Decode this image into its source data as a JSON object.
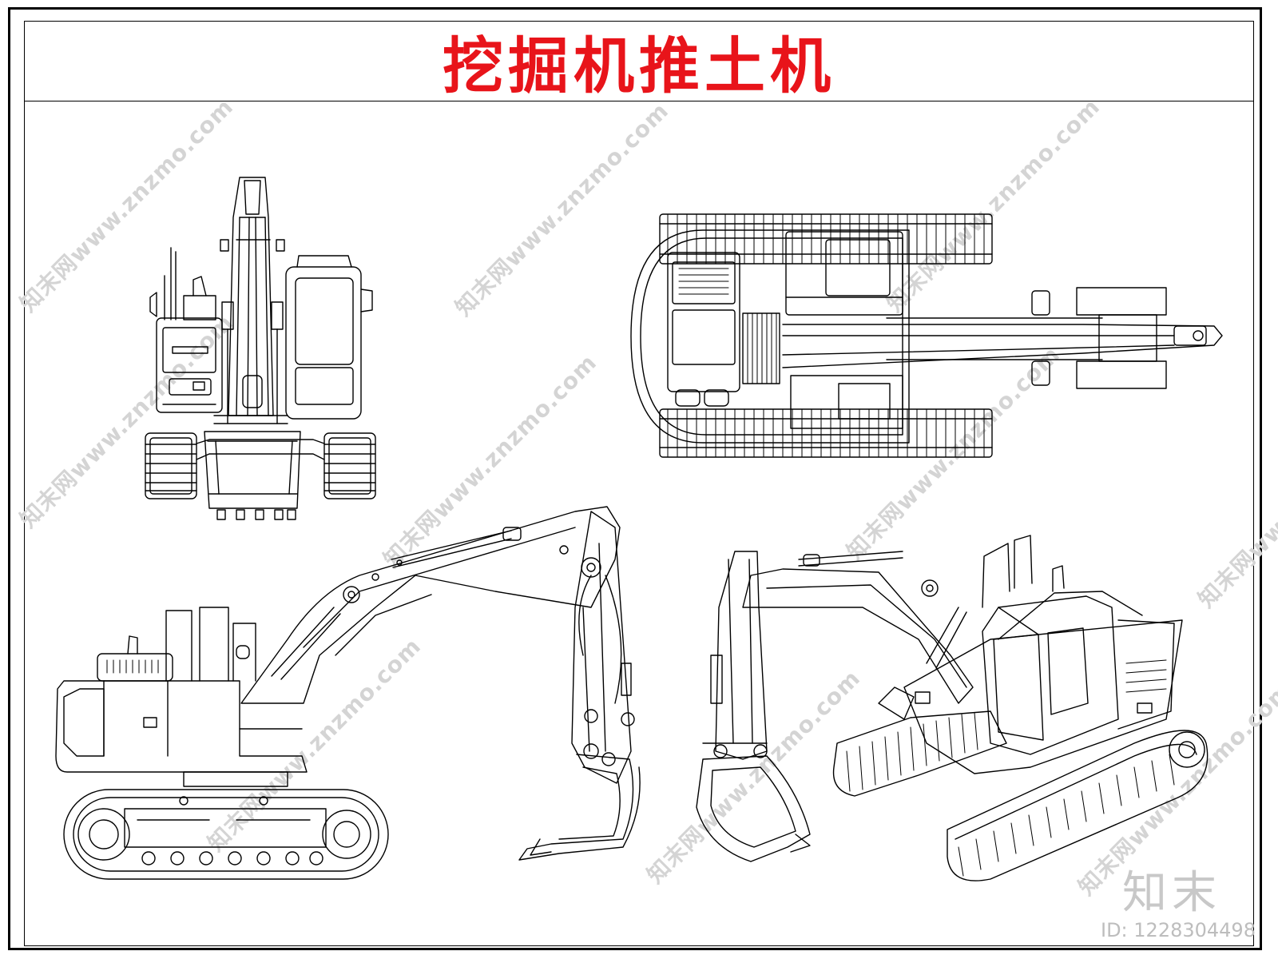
{
  "sheet": {
    "title": "挖掘机推土机",
    "title_color": "#e8141a",
    "line_color": "#000000"
  },
  "watermarks": {
    "site_text": "知末网www.znzmo.com",
    "color": "#d4d4d4"
  },
  "branding": {
    "logo_text": "知末",
    "id_text": "ID: 1228304498"
  }
}
